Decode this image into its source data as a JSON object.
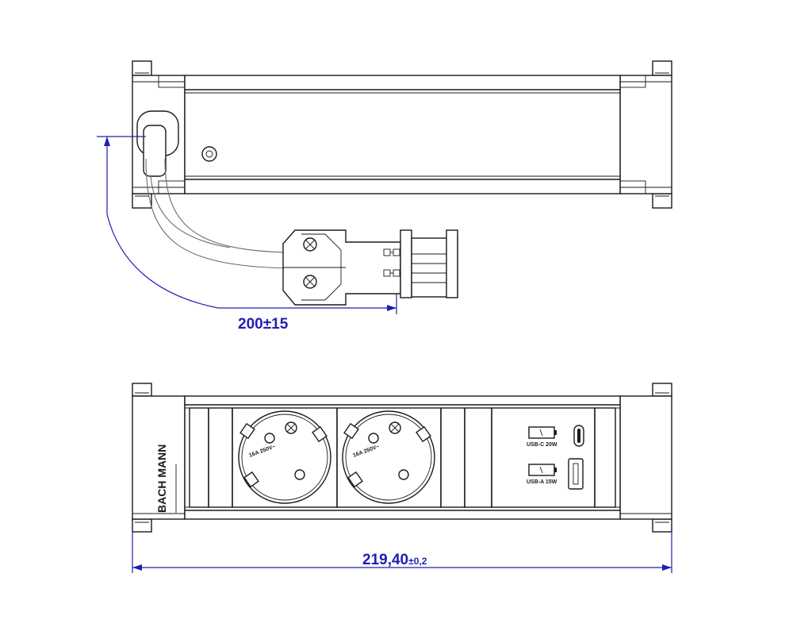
{
  "dimensions": {
    "cable_length": "200±15",
    "width_main": "219,40",
    "width_tolerance": "±0,2"
  },
  "labels": {
    "brand": "BACH MANN",
    "usb_c": "USB-C 20W",
    "usb_a": "USB-A 15W",
    "socket_rating": "16A 250V~"
  },
  "colors": {
    "dimension": "#1f1fb4",
    "line": "#1a1a1a"
  }
}
